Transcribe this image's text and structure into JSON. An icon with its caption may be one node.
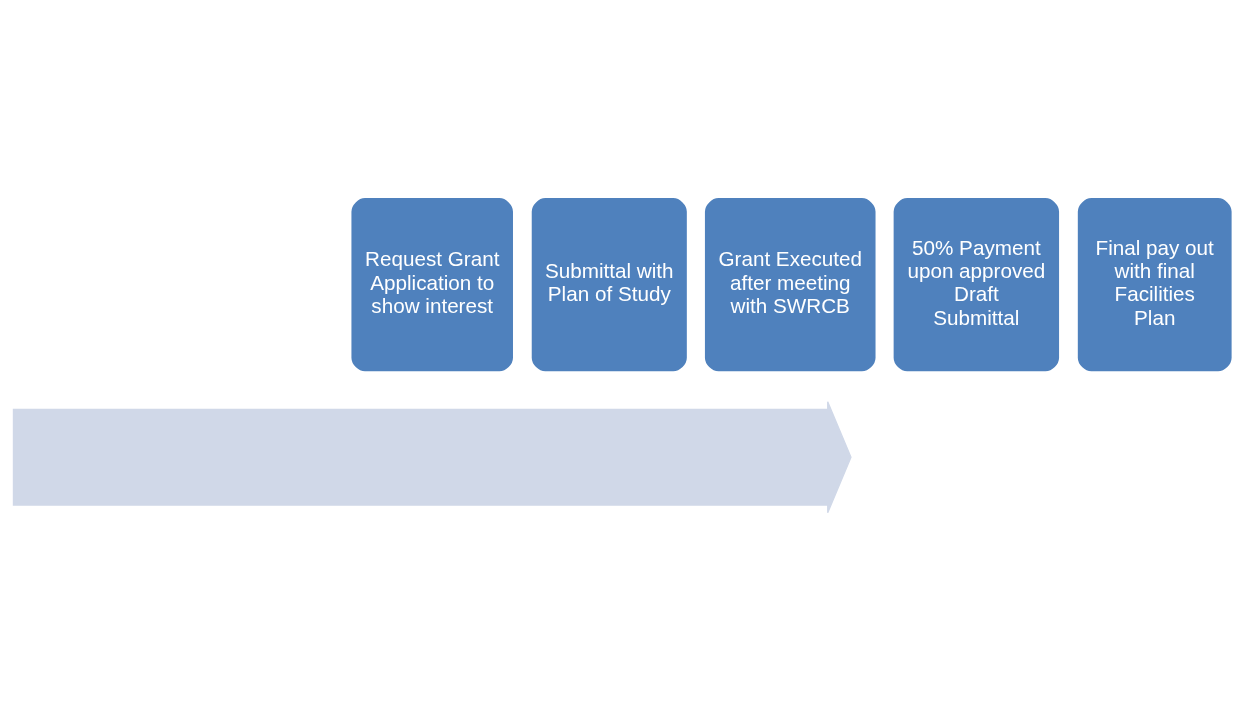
{
  "diagram": {
    "nodes": [
      {
        "text": [],
        "shape": "arrow"
      },
      {
        "text": [
          "Request Grant Application to show interest"
        ]
      },
      {
        "text": [
          "Submittal with Plan of Study"
        ]
      },
      {
        "text": [
          "Grant Executed after meeting with SWRCB"
        ]
      },
      {
        "text": [
          "50% Payment upon approved Draft Submittal"
        ]
      },
      {
        "text": [
          "Final pay out with final Facilities Plan"
        ]
      }
    ],
    "edges": []
  }
}
